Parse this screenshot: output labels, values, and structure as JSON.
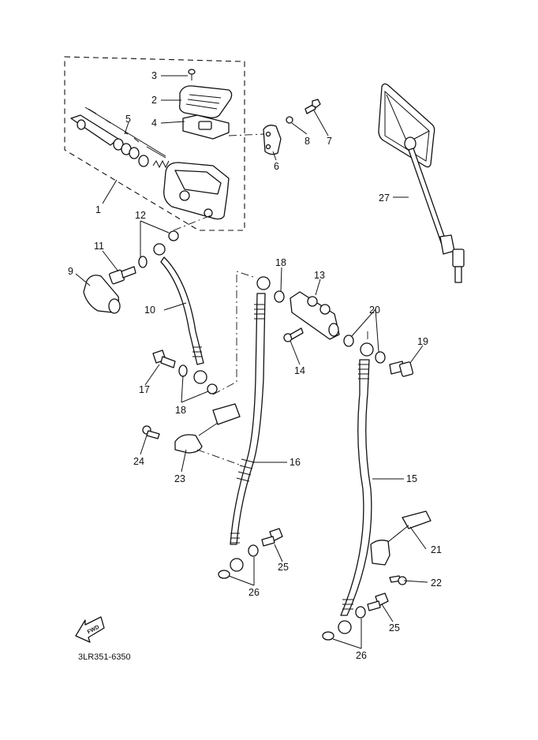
{
  "diagram": {
    "title": "Front master cylinder / brake hose exploded view",
    "drawing_code": "3LR351-6350",
    "fwd_label": "FWD",
    "colors": {
      "ink": "#111111",
      "paper": "#ffffff"
    },
    "callouts": [
      {
        "id": "1",
        "label": "1"
      },
      {
        "id": "2",
        "label": "2"
      },
      {
        "id": "3",
        "label": "3"
      },
      {
        "id": "4",
        "label": "4"
      },
      {
        "id": "5",
        "label": "5"
      },
      {
        "id": "6",
        "label": "6"
      },
      {
        "id": "7",
        "label": "7"
      },
      {
        "id": "8",
        "label": "8"
      },
      {
        "id": "9",
        "label": "9"
      },
      {
        "id": "10",
        "label": "10"
      },
      {
        "id": "11",
        "label": "11"
      },
      {
        "id": "12",
        "label": "12"
      },
      {
        "id": "13",
        "label": "13"
      },
      {
        "id": "14",
        "label": "14"
      },
      {
        "id": "15",
        "label": "15"
      },
      {
        "id": "16",
        "label": "16"
      },
      {
        "id": "17",
        "label": "17"
      },
      {
        "id": "18a",
        "label": "18"
      },
      {
        "id": "18b",
        "label": "18"
      },
      {
        "id": "19",
        "label": "19"
      },
      {
        "id": "20",
        "label": "20"
      },
      {
        "id": "21",
        "label": "21"
      },
      {
        "id": "22",
        "label": "22"
      },
      {
        "id": "23",
        "label": "23"
      },
      {
        "id": "24",
        "label": "24"
      },
      {
        "id": "25a",
        "label": "25"
      },
      {
        "id": "25b",
        "label": "25"
      },
      {
        "id": "26a",
        "label": "26"
      },
      {
        "id": "26b",
        "label": "26"
      },
      {
        "id": "27",
        "label": "27"
      }
    ]
  }
}
